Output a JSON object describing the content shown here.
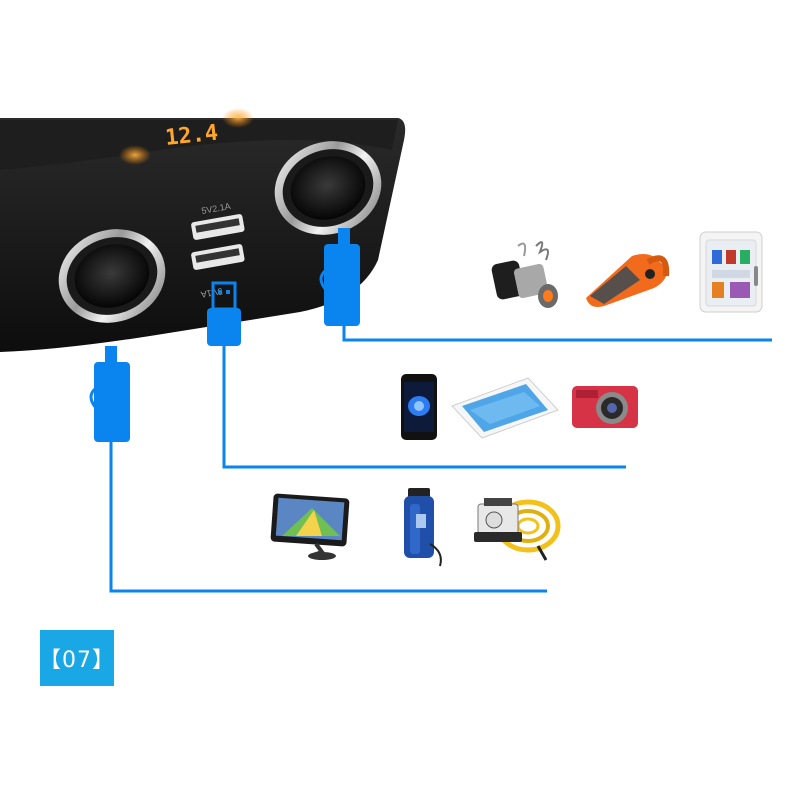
{
  "product": {
    "display_reading": "12.4",
    "usb_port_label_top": "5V2.1A",
    "usb_port_label_bottom": "5V1A"
  },
  "badge": {
    "label": "【07】"
  },
  "colors": {
    "cable": "#0a84ee",
    "hub_body": "#141414",
    "display_glow": "#ff9a1e",
    "badge_bg": "#1aa7e6"
  },
  "device_rows": [
    {
      "port": "cigarette-socket-right",
      "devices": [
        "cigarette-lighter-icon",
        "handheld-vacuum-icon",
        "mini-fridge-icon"
      ]
    },
    {
      "port": "usb-port",
      "devices": [
        "smartphone-icon",
        "tablet-icon",
        "digital-camera-icon"
      ]
    },
    {
      "port": "cigarette-socket-left",
      "devices": [
        "gps-navigator-icon",
        "heated-bottle-icon",
        "air-compressor-icon"
      ]
    }
  ]
}
